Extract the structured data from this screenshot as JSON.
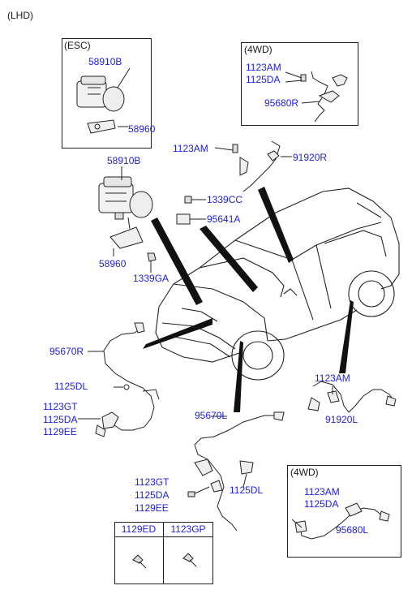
{
  "colors": {
    "part_number": "#1f1fd0",
    "text": "#1a1a1a",
    "line": "#222222"
  },
  "header": {
    "variant": "(LHD)"
  },
  "esc_box": {
    "title": "(ESC)",
    "parts": [
      "58910B",
      "58960"
    ]
  },
  "wd4_box_top": {
    "title": "(4WD)",
    "parts": [
      "1123AM",
      "1125DA",
      "95680R"
    ]
  },
  "wd4_box_bottom": {
    "title": "(4WD)",
    "parts": [
      "1123AM",
      "1125DA",
      "95680L"
    ]
  },
  "callouts": {
    "p1123am_front_right": "1123AM",
    "p91920r": "91920R",
    "p58910b": "58910B",
    "p1339cc": "1339CC",
    "p95641a": "95641A",
    "p58960": "58960",
    "p1339ga": "1339GA",
    "p95670r": "95670R",
    "p1125dl_upper": "1125DL",
    "p1123gt_upper": "1123GT",
    "p1125da_upper": "1125DA",
    "p1129ee_upper": "1129EE",
    "p1123am_rear_left": "1123AM",
    "p91920l": "91920L",
    "p95670l": "95670L",
    "p1123gt_lower": "1123GT",
    "p1125da_lower": "1125DA",
    "p1129ee_lower": "1129EE",
    "p1125dl_lower": "1125DL"
  },
  "fastener_table": {
    "headers": [
      "1129ED",
      "1123GP"
    ]
  }
}
